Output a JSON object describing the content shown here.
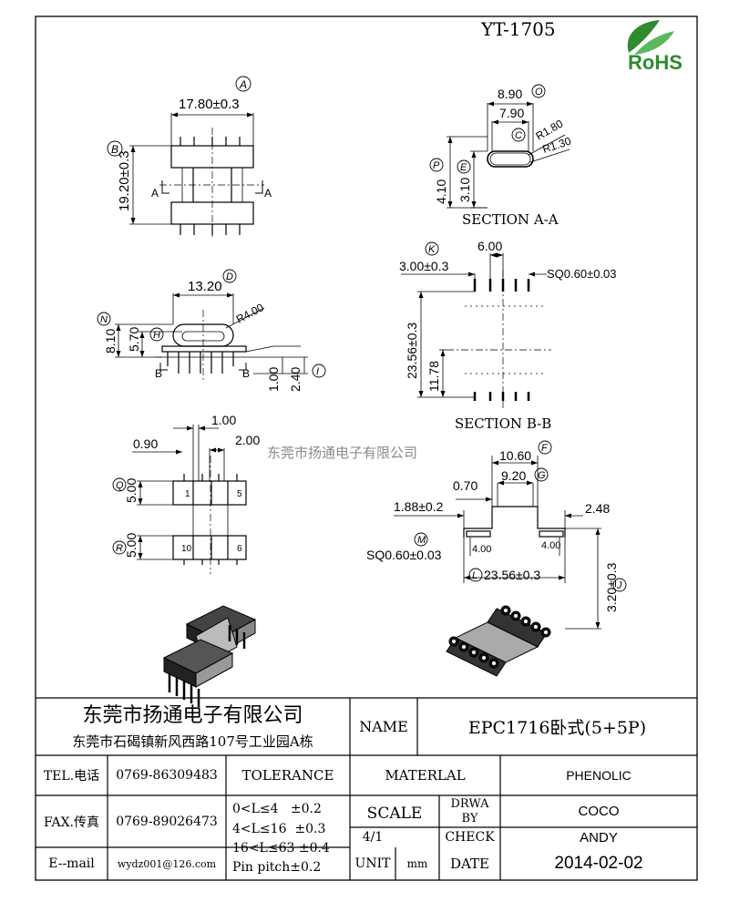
{
  "model_code": "YT-1705",
  "rohs_label": "RoHS",
  "colors": {
    "rohs_green": "#2e8b2e",
    "watermark": "#8a8a8a"
  },
  "watermark": "东莞市扬通电子有限公司",
  "drawing": {
    "top_view": {
      "width": "17.80±0.3",
      "height": "19.20±0.3",
      "ref_width": "A",
      "ref_height": "B",
      "section": "A"
    },
    "section_aa": {
      "title": "SECTION A-A",
      "outer": "8.90",
      "inner": "7.90",
      "r_outer": "R1.80",
      "r_inner": "R1.30",
      "h1": "4.10",
      "h2": "3.10",
      "ref_o": "O",
      "ref_c": "C",
      "ref_p": "P",
      "ref_e": "E"
    },
    "front_view": {
      "width": "13.20",
      "radius": "R4.00",
      "h_outer": "8.10",
      "h_inner": "5.70",
      "pin1": "1.00",
      "pin2": "2.40",
      "ref_d": "D",
      "ref_n": "N",
      "ref_h": "H",
      "ref_i": "I",
      "section": "B"
    },
    "section_bb": {
      "title": "SECTION B-B",
      "pitch": "3.00±0.3",
      "width": "6.00",
      "square": "SQ0.60±0.03",
      "length": "23.56±0.3",
      "half": "11.78",
      "ref_k": "K"
    },
    "bottom_view": {
      "d1": "1.00",
      "d2": "0.90",
      "d3": "2.00",
      "h_q": "5.00",
      "h_r": "5.00",
      "pin_1": "1",
      "pin_5": "5",
      "pin_10": "10",
      "pin_6": "6",
      "ref_q": "Q",
      "ref_r": "R"
    },
    "side_view": {
      "w1": "10.60",
      "w2": "9.20",
      "gap": "0.70",
      "left": "1.88±0.2",
      "right": "2.48",
      "square": "SQ0.60±0.03",
      "pin_l": "4.00",
      "pin_r": "4.00",
      "length": "23.56±0.3",
      "height": "3.20±0.3",
      "ref_f": "F",
      "ref_g": "G",
      "ref_m": "M",
      "ref_l": "L",
      "ref_j": "J"
    }
  },
  "title_block": {
    "company": "东莞市扬通电子有限公司",
    "address": "东莞市石碣镇新风西路107号工业园A栋",
    "name_label": "NAME",
    "name_value": "EPC1716卧式(5+5P)",
    "tel_label": "TEL.电话",
    "tel_value": "0769-86309483",
    "tolerance_label": "TOLERANCE",
    "material_label": "MATERLAL",
    "material_value": "PHENOLIC",
    "fax_label": "FAX.传真",
    "fax_value": "0769-89026473",
    "tol_1": "0<L≤4   ±0.2",
    "tol_2": "4<L≤16  ±0.3",
    "tol_3": "16<L≤63 ±0.4",
    "tol_4": "Pin pitch±0.2",
    "scale_label": "SCALE",
    "scale_value": "4/1",
    "drawn_label_1": "DRWA",
    "drawn_label_2": "BY",
    "drawn_value": "COCO",
    "check_label": "CHECK",
    "check_value": "ANDY",
    "email_label": "E--mail",
    "email_value": "wydz001@126.com",
    "unit_label": "UNIT",
    "unit_value": "mm",
    "date_label": "DATE",
    "date_value": "2014-02-02"
  }
}
